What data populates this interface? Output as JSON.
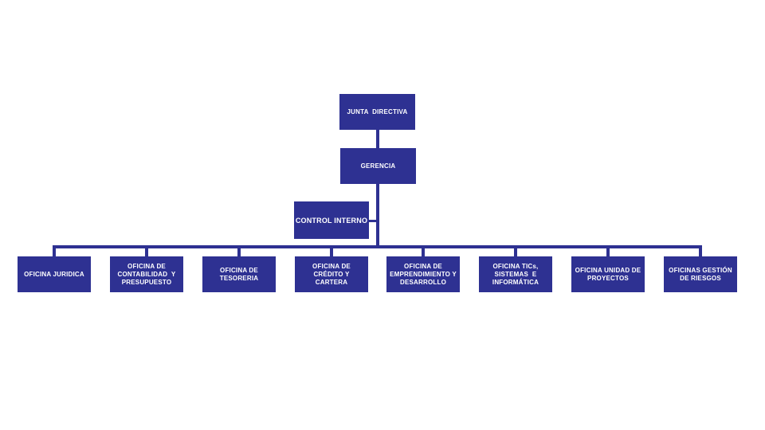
{
  "org_chart": {
    "type": "org-hierarchy",
    "box_color": "#2E3192",
    "line_color": "#2E3192",
    "text_color": "#FFFFFF",
    "background_color": "#FFFFFF",
    "nodes": {
      "junta_directiva": {
        "label": "JUNTA  DIRECTIVA",
        "level": 1,
        "reports_to": null
      },
      "gerencia": {
        "label": "GERENCIA",
        "level": 2,
        "reports_to": "JUNTA  DIRECTIVA"
      },
      "control_interno": {
        "label": "CONTROL INTERNO",
        "level": 3,
        "reports_to": "GERENCIA"
      },
      "oficinas": [
        {
          "label": "OFICINA JURIDICA"
        },
        {
          "label": "OFICINA DE\nCONTABILIDAD  Y\nPRESUPUESTO"
        },
        {
          "label": "OFICINA DE\nTESORERIA"
        },
        {
          "label": "OFICINA DE\nCRÉDITO Y\nCARTERA"
        },
        {
          "label": "OFICINA DE\nEMPRENDIMIENTO Y\nDESARROLLO"
        },
        {
          "label": "OFICINA TICs,\nSISTEMAS  E\nINFORMÁTICA"
        },
        {
          "label": "OFICINA UNIDAD DE\nPROYECTOS"
        },
        {
          "label": "OFICINAS GESTIÓN\nDE RIESGOS"
        }
      ]
    }
  }
}
